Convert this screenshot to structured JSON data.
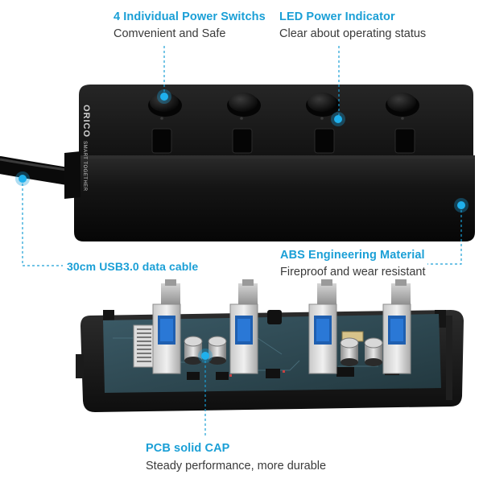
{
  "callouts": {
    "switches": {
      "title": "4 Individual Power Switchs",
      "subtitle": "Comvenient and Safe"
    },
    "led": {
      "title": "LED Power Indicator",
      "subtitle": "Clear about operating status"
    },
    "cable": {
      "title": "30cm USB3.0 data cable"
    },
    "abs": {
      "title": "ABS Engineering Material",
      "subtitle": "Fireproof  and wear resistant"
    },
    "pcb": {
      "title": "PCB solid CAP",
      "subtitle": "Steady performance, more durable"
    }
  },
  "brand": {
    "logo": "ORICO",
    "tagline": "SMART TOGETHER"
  },
  "colors": {
    "accent": "#1a9fd6",
    "hub_body": "#141414",
    "pcb": "#2e4a55",
    "usb_port": "#1f5fb0",
    "background": "#ffffff"
  },
  "icons": [
    "callout-dot-icon",
    "power-switch-icon",
    "led-indicator-icon",
    "usb-port-icon",
    "capacitor-icon"
  ]
}
